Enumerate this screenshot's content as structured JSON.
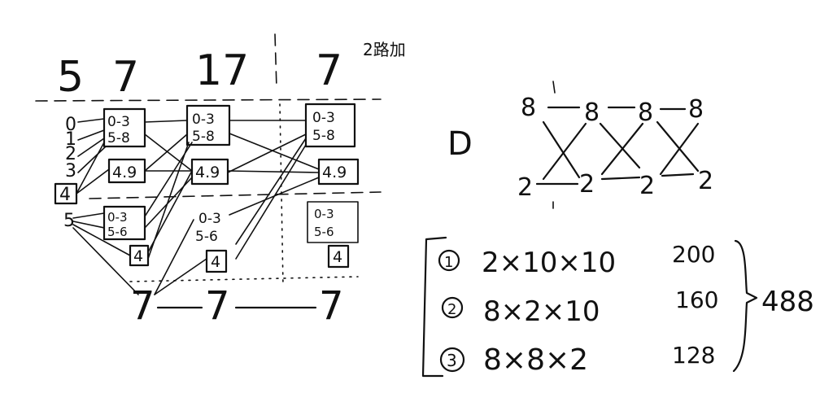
{
  "left_diagram": {
    "column_heads": [
      "5",
      "7",
      "17",
      "7"
    ],
    "corner_note": "2路加",
    "input_labels": [
      "0",
      "1",
      "2",
      "3",
      "4",
      "5"
    ],
    "columns": [
      {
        "top": [
          "0-3",
          "5-8"
        ],
        "mid": "4.9",
        "bot": [
          "0-3",
          "5-6"
        ],
        "small": "4"
      },
      {
        "top": [
          "0-3",
          "5-8"
        ],
        "mid": "4.9",
        "bot": [
          "0-3",
          "5-6"
        ],
        "small": "4"
      },
      {
        "top": [
          "0-3",
          "5-8"
        ],
        "mid": "4.9",
        "bot": [
          "0-3",
          "5-6"
        ],
        "small": "4"
      }
    ],
    "bottom_chain": [
      "7",
      "7",
      "7"
    ]
  },
  "right_diagram": {
    "side_label": "D",
    "top_row": [
      "8",
      "8",
      "8",
      "8"
    ],
    "bottom_row": [
      "2",
      "2",
      "2",
      "2"
    ]
  },
  "calc": {
    "items": [
      {
        "marker": "1",
        "expr": "2×10×10",
        "value": "200"
      },
      {
        "marker": "2",
        "expr": "8×2×10",
        "value": "160"
      },
      {
        "marker": "3",
        "expr": "8×8×2",
        "value": "128"
      }
    ],
    "total": "488"
  }
}
